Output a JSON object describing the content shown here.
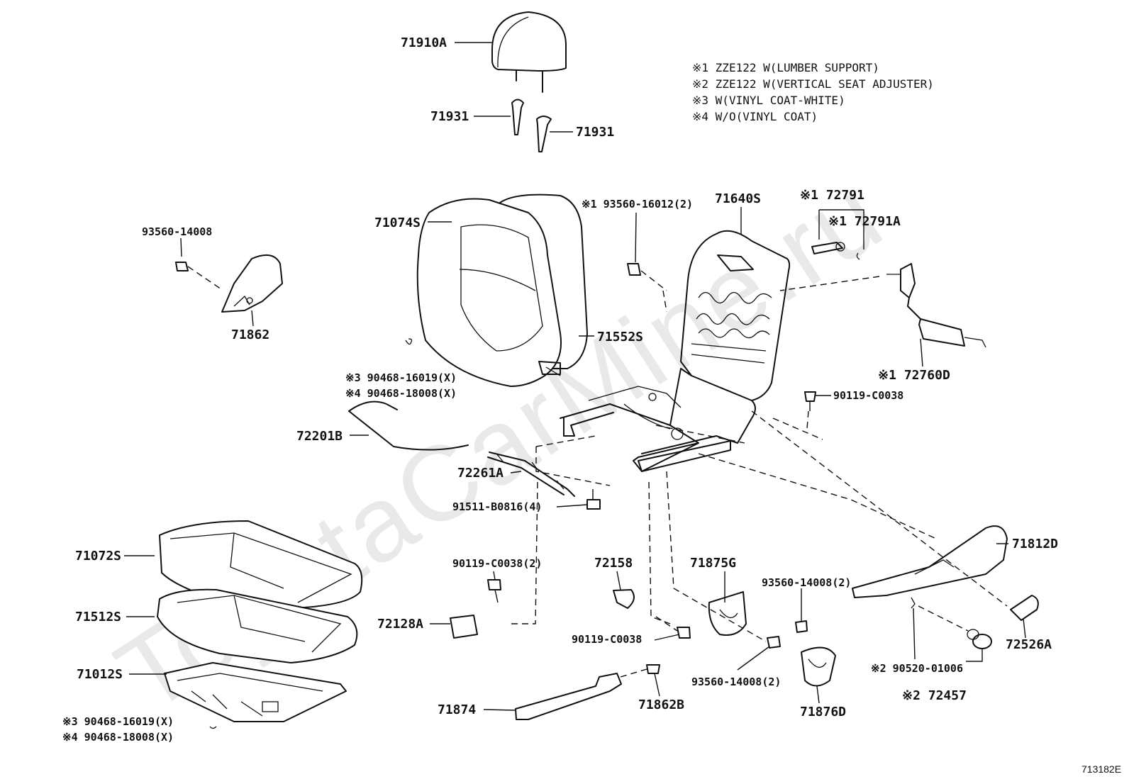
{
  "watermark": "ToyotaCarMine.ru",
  "figure_id": "713182E",
  "notes": [
    "※1 ZZE122 W(LUMBER SUPPORT)",
    "※2 ZZE122 W(VERTICAL SEAT ADJUSTER)",
    "※3 W(VINYL COAT-WHITE)",
    "※4 W/O(VINYL COAT)"
  ],
  "parts": {
    "p71910A": "71910A",
    "p71931_a": "71931",
    "p71931_b": "71931",
    "p93560_14008_left": "93560-14008",
    "p71862": "71862",
    "p71074S": "71074S",
    "p71552S": "71552S",
    "p93560_16012": "※1 93560-16012(2)",
    "p71640S": "71640S",
    "p72791": "※1 72791",
    "p72791A": "※1 72791A",
    "p72760D": "※1 72760D",
    "p90468_16019_upper": "※3 90468-16019(X)",
    "p90468_18008_upper": "※4 90468-18008(X)",
    "p72201B": "72201B",
    "p72261A": "72261A",
    "p90119_C0038_right": "90119-C0038",
    "p91511_B0816": "91511-B0816(4)",
    "p71072S": "71072S",
    "p71512S": "71512S",
    "p71012S": "71012S",
    "p90119_C0038_2": "90119-C0038(2)",
    "p72158": "72158",
    "p71875G": "71875G",
    "p93560_14008_2_upper": "93560-14008(2)",
    "p71812D": "71812D",
    "p72128A": "72128A",
    "p90119_C0038_mid": "90119-C0038",
    "p93560_14008_2_lower": "93560-14008(2)",
    "p90520_01006": "※2 90520-01006",
    "p72526A": "72526A",
    "p72457": "※2 72457",
    "p90468_16019_lower": "※3 90468-16019(X)",
    "p90468_18008_lower": "※4 90468-18008(X)",
    "p71874": "71874",
    "p71862B": "71862B",
    "p71876D": "71876D"
  }
}
